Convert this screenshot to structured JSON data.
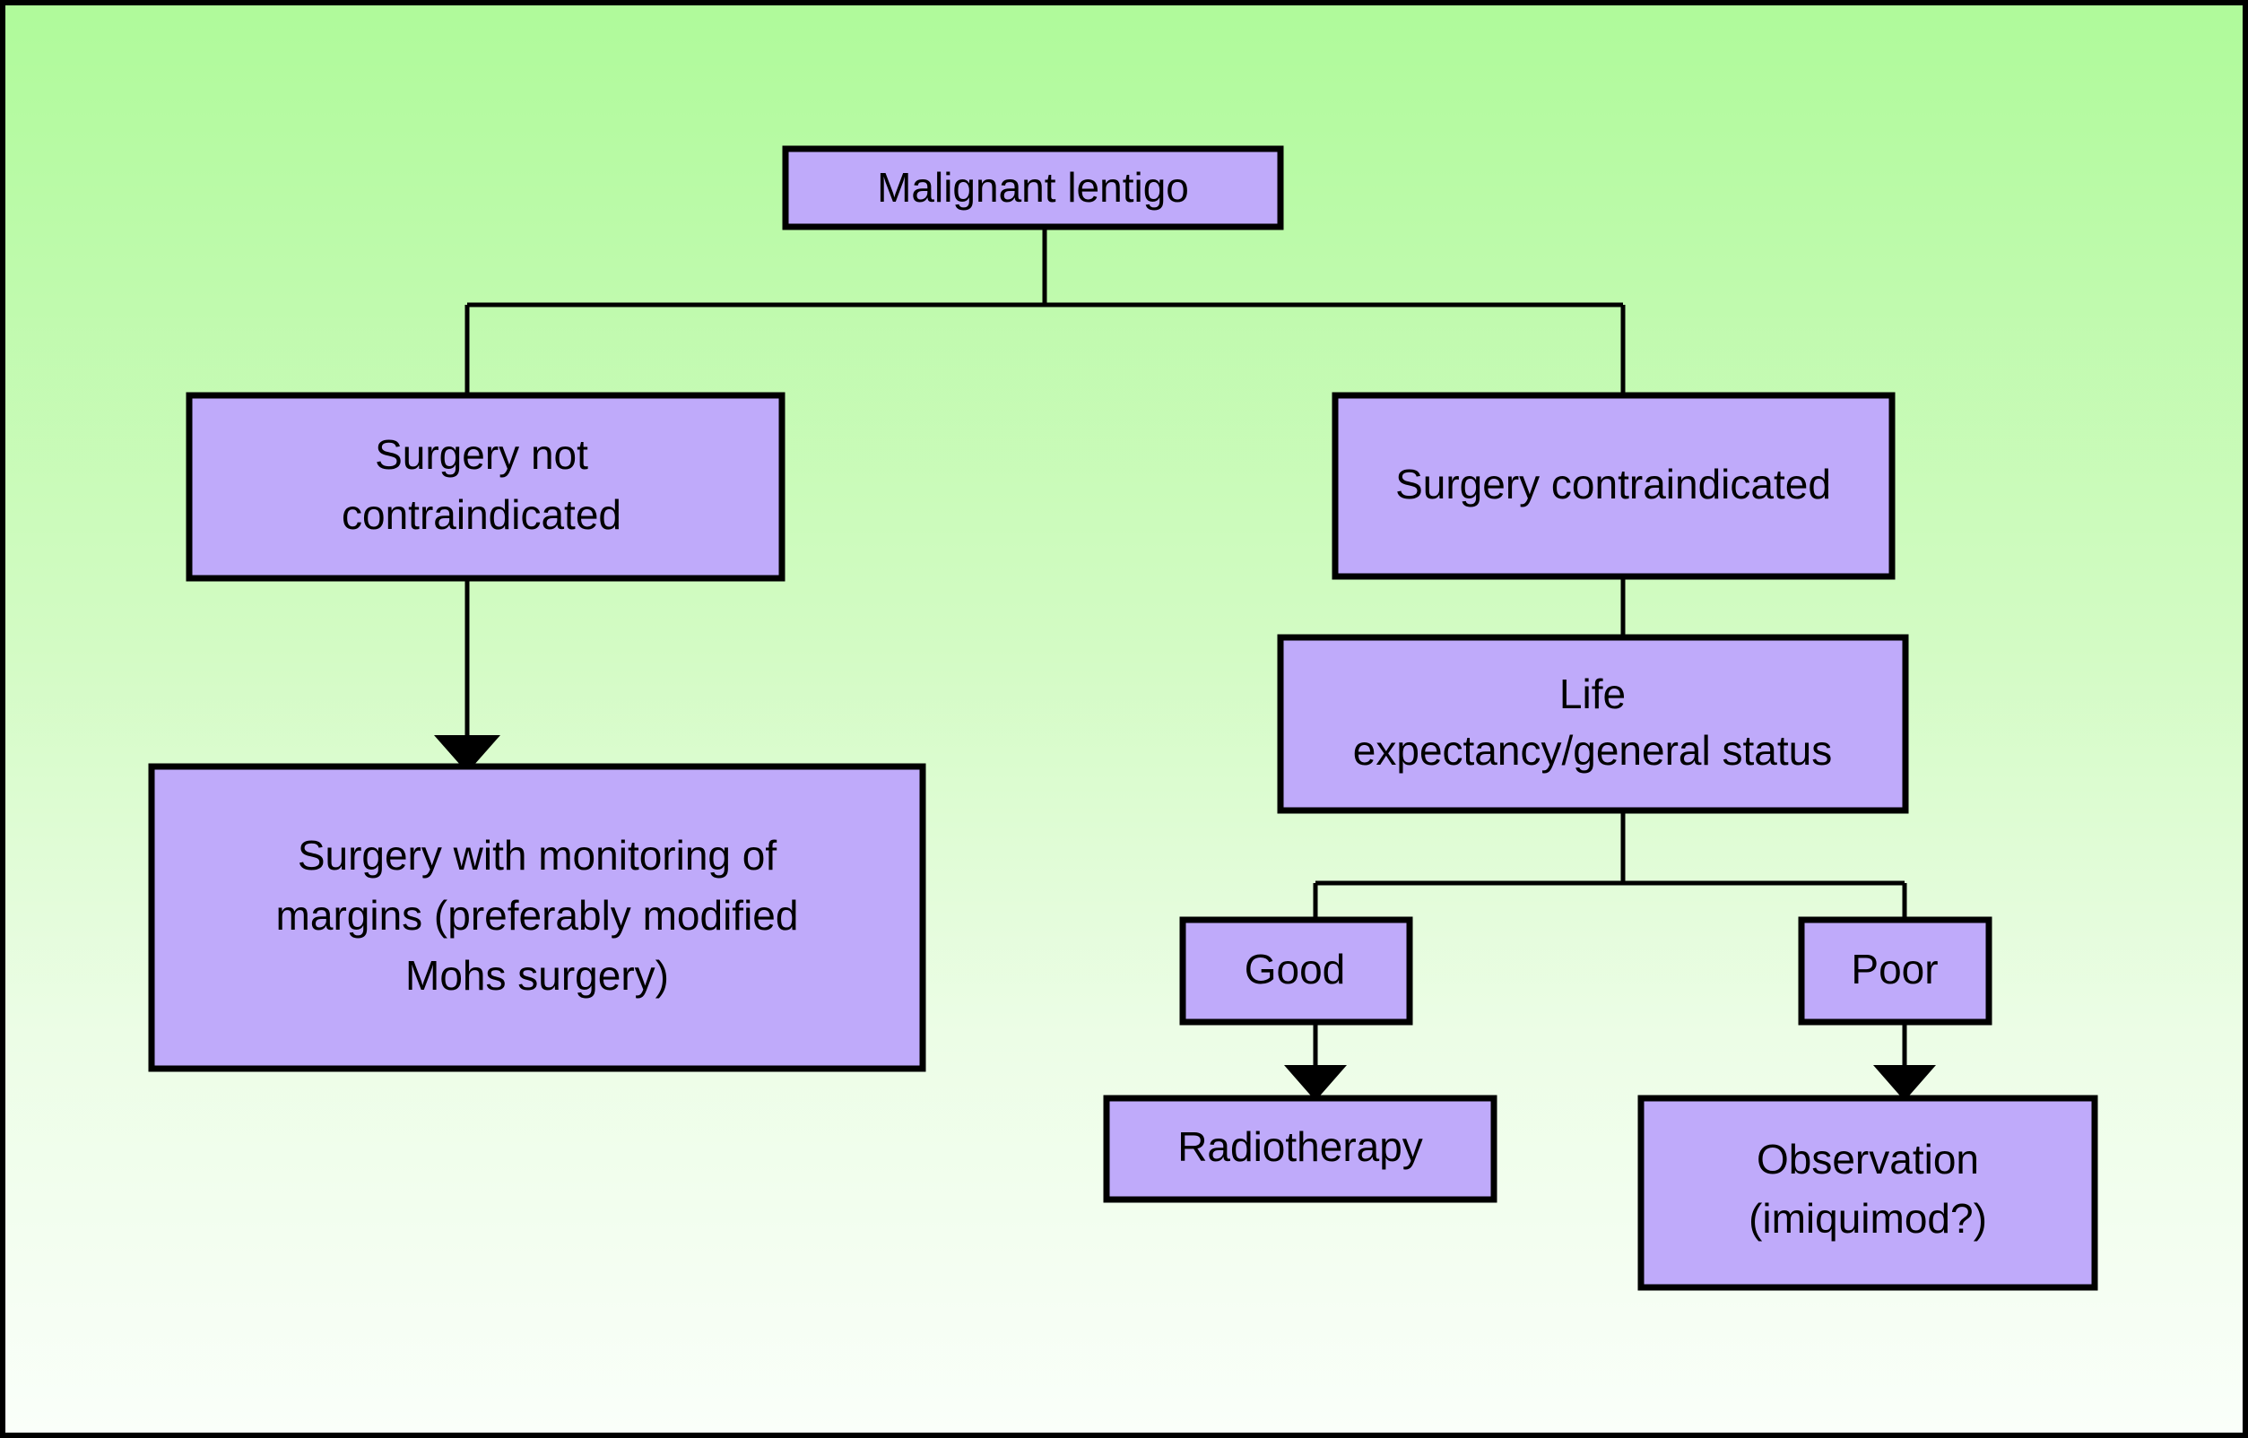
{
  "figure": {
    "title": "Malignant lentigo management algorithm",
    "type": "flowchart",
    "background": {
      "gradient_top_color": "#AFFA9A",
      "gradient_bottom_color": "#FAFFFA",
      "frame_color": "#000000"
    },
    "style": {
      "node_fill": "#BFAAFA",
      "node_border": "#000000",
      "connector_color": "#000000",
      "text_color": "#000000"
    }
  },
  "nodes": {
    "root": {
      "label": "Malignant lentigo",
      "lines": [
        "Malignant lentigo"
      ]
    },
    "surgery_not_contraindicated": {
      "label": "Surgery not contraindicated",
      "lines": [
        "Surgery not",
        "contraindicated"
      ]
    },
    "surgery_contraindicated": {
      "label": "Surgery contraindicated",
      "lines": [
        "Surgery contraindicated"
      ]
    },
    "mohs_surgery": {
      "label": "Surgery with monitoring of margins (preferably modified Mohs surgery)",
      "lines": [
        "Surgery with monitoring of",
        "margins (preferably modified",
        "Mohs surgery)"
      ]
    },
    "life_expectancy": {
      "label": "Life expectancy/general status",
      "lines": [
        "Life",
        "expectancy/general status"
      ]
    },
    "good": {
      "label": "Good",
      "lines": [
        "Good"
      ]
    },
    "poor": {
      "label": "Poor",
      "lines": [
        "Poor"
      ]
    },
    "radiotherapy": {
      "label": "Radiotherapy",
      "lines": [
        "Radiotherapy"
      ]
    },
    "observation": {
      "label": "Observation (imiquimod?)",
      "lines": [
        "Observation",
        "(imiquimod?)"
      ]
    }
  },
  "edges": [
    {
      "from": "root",
      "to": "surgery_not_contraindicated",
      "arrow": false
    },
    {
      "from": "root",
      "to": "surgery_contraindicated",
      "arrow": false
    },
    {
      "from": "surgery_not_contraindicated",
      "to": "mohs_surgery",
      "arrow": true
    },
    {
      "from": "surgery_contraindicated",
      "to": "life_expectancy",
      "arrow": false
    },
    {
      "from": "life_expectancy",
      "to": "good",
      "arrow": false
    },
    {
      "from": "life_expectancy",
      "to": "poor",
      "arrow": false
    },
    {
      "from": "good",
      "to": "radiotherapy",
      "arrow": true
    },
    {
      "from": "poor",
      "to": "observation",
      "arrow": true
    }
  ]
}
